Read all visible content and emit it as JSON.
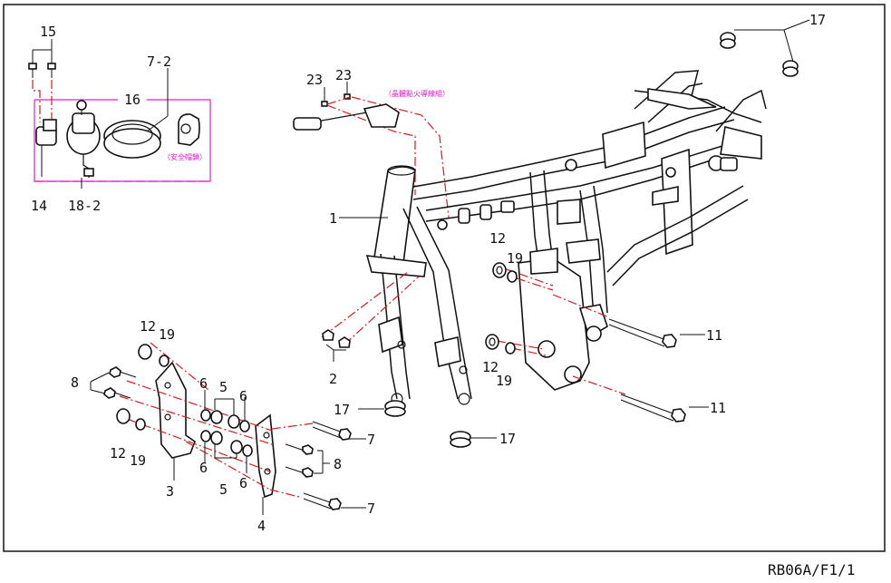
{
  "diagram": {
    "drawing_code": "RB06A/F1/1",
    "notes": {
      "ignition_wire": "（晶體點火導線組）",
      "safety_lock": "（安全帽鎖）"
    },
    "callouts": [
      {
        "id": "c1",
        "label": "1"
      },
      {
        "id": "c2",
        "label": "2"
      },
      {
        "id": "c3",
        "label": "3"
      },
      {
        "id": "c4",
        "label": "4"
      },
      {
        "id": "c5a",
        "label": "5"
      },
      {
        "id": "c5b",
        "label": "5"
      },
      {
        "id": "c6a",
        "label": "6"
      },
      {
        "id": "c6b",
        "label": "6"
      },
      {
        "id": "c6c",
        "label": "6"
      },
      {
        "id": "c6d",
        "label": "6"
      },
      {
        "id": "c7a",
        "label": "7"
      },
      {
        "id": "c7b",
        "label": "7"
      },
      {
        "id": "c7-2",
        "label": "7-2"
      },
      {
        "id": "c8a",
        "label": "8"
      },
      {
        "id": "c8b",
        "label": "8"
      },
      {
        "id": "c11a",
        "label": "11"
      },
      {
        "id": "c11b",
        "label": "11"
      },
      {
        "id": "c12a",
        "label": "12"
      },
      {
        "id": "c12b",
        "label": "12"
      },
      {
        "id": "c12c",
        "label": "12"
      },
      {
        "id": "c12d",
        "label": "12"
      },
      {
        "id": "c14",
        "label": "14"
      },
      {
        "id": "c15",
        "label": "15"
      },
      {
        "id": "c16",
        "label": "16"
      },
      {
        "id": "c17a",
        "label": "17"
      },
      {
        "id": "c17b",
        "label": "17"
      },
      {
        "id": "c17c",
        "label": "17"
      },
      {
        "id": "c18-2",
        "label": "18-2"
      },
      {
        "id": "c19a",
        "label": "19"
      },
      {
        "id": "c19b",
        "label": "19"
      },
      {
        "id": "c19c",
        "label": "19"
      },
      {
        "id": "c19d",
        "label": "19"
      },
      {
        "id": "c23a",
        "label": "23"
      },
      {
        "id": "c23b",
        "label": "23"
      }
    ]
  }
}
